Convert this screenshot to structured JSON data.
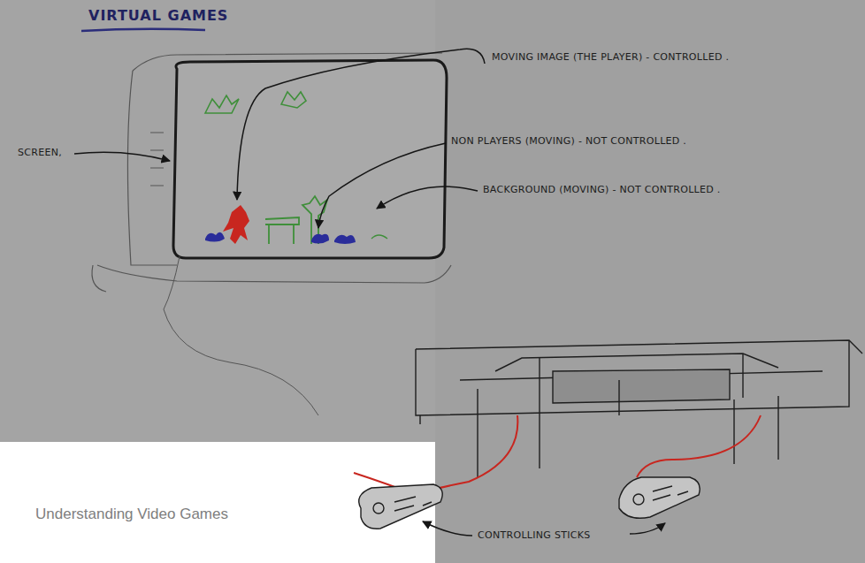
{
  "diagram": {
    "title": "VIRTUAL GAMES",
    "caption": "Understanding Video Games",
    "labels": [
      "SCREEN,",
      "MOVING IMAGE (THE PLAYER) - CONTROLLED .",
      "NON PLAYERS (MOVING) - NOT CONTROLLED .",
      "BACKGROUND (MOVING) - NOT CONTROLLED .",
      "CONTROLLING STICKS"
    ]
  }
}
